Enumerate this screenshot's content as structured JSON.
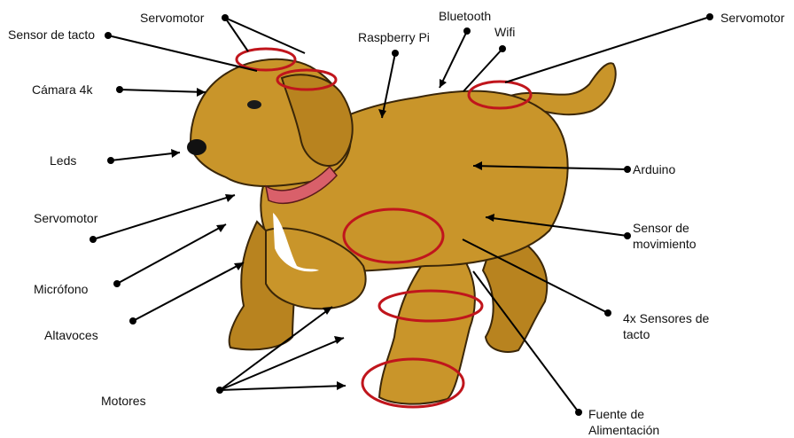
{
  "labels": {
    "servomotor_head": "Servomotor",
    "sensor_tacto": "Sensor de tacto",
    "camara": "Cámara 4k",
    "leds": "Leds",
    "servomotor_neck": "Servomotor",
    "microfono": "Micrófono",
    "altavoces": "Altavoces",
    "motores": "Motores",
    "raspberry": "Raspberry Pi",
    "bluetooth": "Bluetooth",
    "wifi": "Wifi",
    "servomotor_tail": "Servomotor",
    "arduino": "Arduino",
    "sensor_mov": "Sensor de\nmovimiento",
    "sensores_tacto": "4x Sensores de\ntacto",
    "fuente": "Fuente de\nAlimentación"
  },
  "colors": {
    "dog_body": "#c9952a",
    "dog_shadow": "#8a5e14",
    "collar": "#d9606a",
    "highlight_circle": "#c0151c",
    "leader_line": "#000000"
  }
}
